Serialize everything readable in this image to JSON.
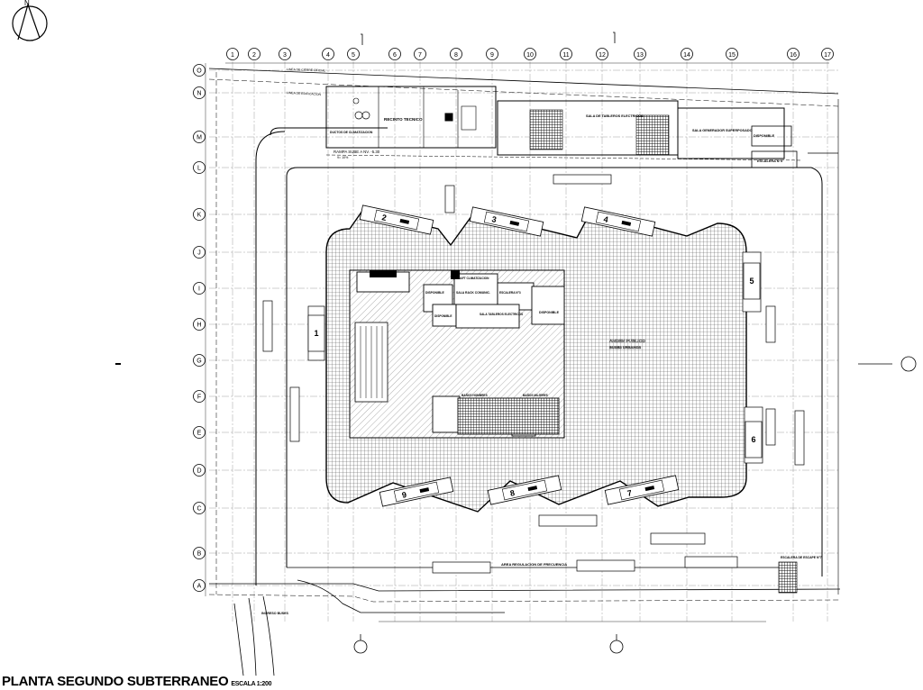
{
  "drawing": {
    "title": "PLANTA SEGUNDO SUBTERRANEO",
    "scale": "ESCALA 1:200",
    "north_label": "N"
  },
  "grid": {
    "columns": [
      "1",
      "2",
      "3",
      "4",
      "5",
      "6",
      "7",
      "8",
      "9",
      "10",
      "11",
      "12",
      "13",
      "14",
      "15",
      "16",
      "17"
    ],
    "rows": [
      "O",
      "N",
      "M",
      "L",
      "K",
      "J",
      "I",
      "H",
      "G",
      "F",
      "E",
      "D",
      "C",
      "B",
      "A"
    ]
  },
  "rooms": {
    "recinto_tecnico": "RECINTO TECNICO",
    "sala_tableros": "SALA DE TABLEROS ELECTRICOS",
    "sala_generador": "SALA GENERADOR SUPERPOSADO",
    "disponible_top": "DISPONIBLE",
    "escalera": "ESCALERA N°5",
    "rampa": "RAMPA SUBE A NV. -5.30",
    "rampa_pct": "9= 10%",
    "anden": "ANDEN PUBLICO",
    "anden_sub": "BUSES URBANOS",
    "sala_rack": "SALA RACK COMUNIC.",
    "disponible_1": "DISPONIBLE",
    "disponible_2": "DISPONIBLE",
    "disponible_3": "DISPONIBLE",
    "shaft": "SHAFT CLIMATIZACION",
    "escalera_3": "ESCALERA N°3",
    "sala_tab_elec": "SALA TABLEROS ELECTRICOS",
    "area_regulacion": "AREA REGULACION DE FRECUENCIA",
    "escalera_7": "ESCALERA DE ESCAPE N°7",
    "ingreso_buses": "INGRESO BUSES",
    "linea_edif": "LINEA DE EDIFICACION",
    "linea_cierre": "LINEA DE CIERRE OFICIAL",
    "ductos": "DUCTOS DE CLIMATIZACION",
    "banos_hombres": "BAÑOS HOMBRES",
    "banos_mujeres": "BAÑOS MUJERES"
  },
  "bays": {
    "top": [
      "2",
      "3",
      "4"
    ],
    "bottom": [
      "9",
      "8",
      "7"
    ],
    "right": [
      "5",
      "6"
    ],
    "left": [
      "1"
    ]
  },
  "colors": {
    "ink": "#000000",
    "hatch": "#4a4a4a",
    "background": "#ffffff"
  }
}
